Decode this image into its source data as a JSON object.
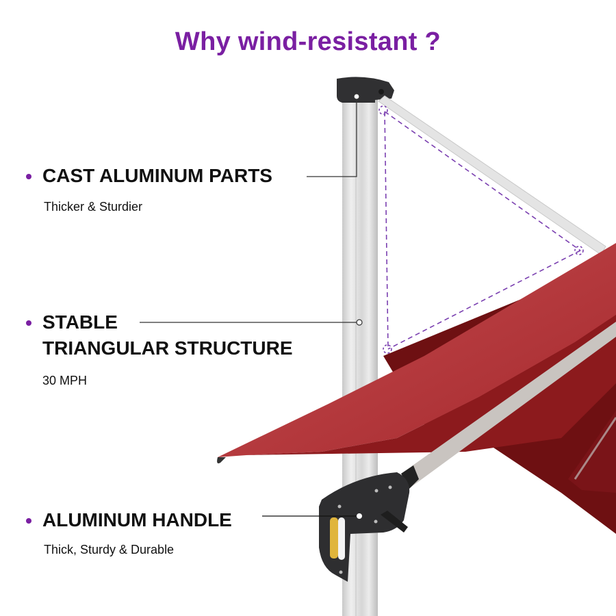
{
  "title": "Why wind-resistant ?",
  "features": [
    {
      "heading": "CAST ALUMINUM PARTS",
      "description": "Thicker & Sturdier"
    },
    {
      "heading_line1": "STABLE",
      "heading_line2": "TRIANGULAR STRUCTURE",
      "description": "30 MPH"
    },
    {
      "heading": "ALUMINUM HANDLE",
      "description": "Thick, Sturdy & Durable"
    }
  ],
  "colors": {
    "accent": "#7a1fa2",
    "canopy": "#b83a3e",
    "canopy_dark": "#6e1012",
    "pole": "#dcdcdc",
    "hardware": "#2e2e30",
    "grip_accent": "#e0b53c"
  },
  "image": {
    "subject": "cantilever patio umbrella pole, tilt arm and crank handle"
  }
}
